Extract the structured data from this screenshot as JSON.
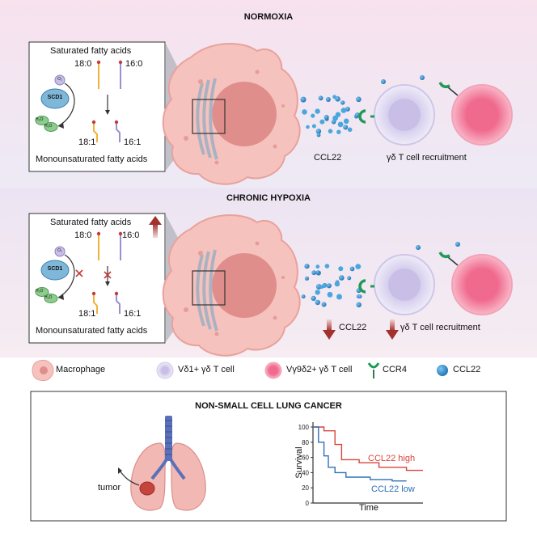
{
  "normoxia": {
    "title": "NORMOXIA",
    "box": {
      "saturated_title": "Saturated fatty acids",
      "fa1": "18:0",
      "fa2": "16:0",
      "enzyme": "SCD1",
      "o2": "O₂",
      "water": "H₂O",
      "mufa1": "18:1",
      "mufa2": "16:1",
      "mono_title": "Monounsaturated fatty acids"
    },
    "chemokine_label": "CCL22",
    "recruitment_label": "γδ T cell recruitment"
  },
  "hypoxia": {
    "title": "CHRONIC HYPOXIA",
    "box": {
      "saturated_title": "Saturated fatty acids",
      "fa1": "18:0",
      "fa2": "16:0",
      "enzyme": "SCD1",
      "o2": "O₂",
      "water": "H₂O",
      "mufa1": "18:1",
      "mufa2": "16:1",
      "mono_title": "Monounsaturated fatty acids"
    },
    "chemokine_label": "CCL22",
    "recruitment_label": "γδ T cell recruitment"
  },
  "legend": {
    "macrophage": "Macrophage",
    "vd1": "Vδ1+ γδ T cell",
    "vg9d2": "Vγ9δ2+ γδ T cell",
    "ccr4": "CCR4",
    "ccl22": "CCL22"
  },
  "lung": {
    "title": "NON-SMALL CELL LUNG CANCER",
    "tumor_label": "tumor"
  },
  "chart_data": {
    "type": "line",
    "title": "",
    "xlabel": "Time",
    "ylabel": "Survival",
    "ylim": [
      0,
      100
    ],
    "yticks": [
      "0",
      "20",
      "40",
      "60",
      "80",
      "100"
    ],
    "series": [
      {
        "name": "CCL22 high",
        "color": "#d9443a",
        "points": [
          [
            0,
            100
          ],
          [
            0.1,
            100
          ],
          [
            0.1,
            95
          ],
          [
            0.2,
            95
          ],
          [
            0.2,
            77
          ],
          [
            0.26,
            77
          ],
          [
            0.26,
            57
          ],
          [
            0.42,
            57
          ],
          [
            0.42,
            53
          ],
          [
            0.6,
            53
          ],
          [
            0.6,
            47
          ],
          [
            0.85,
            47
          ],
          [
            0.85,
            43
          ],
          [
            1.0,
            43
          ]
        ]
      },
      {
        "name": "CCL22 low",
        "color": "#2f6fb8",
        "points": [
          [
            0,
            100
          ],
          [
            0.05,
            100
          ],
          [
            0.05,
            80
          ],
          [
            0.1,
            80
          ],
          [
            0.1,
            62
          ],
          [
            0.14,
            62
          ],
          [
            0.14,
            47
          ],
          [
            0.2,
            47
          ],
          [
            0.2,
            40
          ],
          [
            0.3,
            40
          ],
          [
            0.3,
            34
          ],
          [
            0.52,
            34
          ],
          [
            0.52,
            31
          ],
          [
            0.72,
            31
          ],
          [
            0.72,
            29
          ],
          [
            0.85,
            29
          ]
        ]
      }
    ]
  },
  "colors": {
    "macrophage": "#f6c2bd",
    "nucleus": "#df8e8c",
    "vd1_cell": "#e1dcf0",
    "vg9d2_cell": "#f58fa8",
    "ccl22_dot": "#2f8fcf",
    "ccr4": "#1f9a58",
    "down_arrow": "#a2302c",
    "lung": "#f2b8b4",
    "trachea": "#5a70b8",
    "tumor": "#c6443e"
  }
}
